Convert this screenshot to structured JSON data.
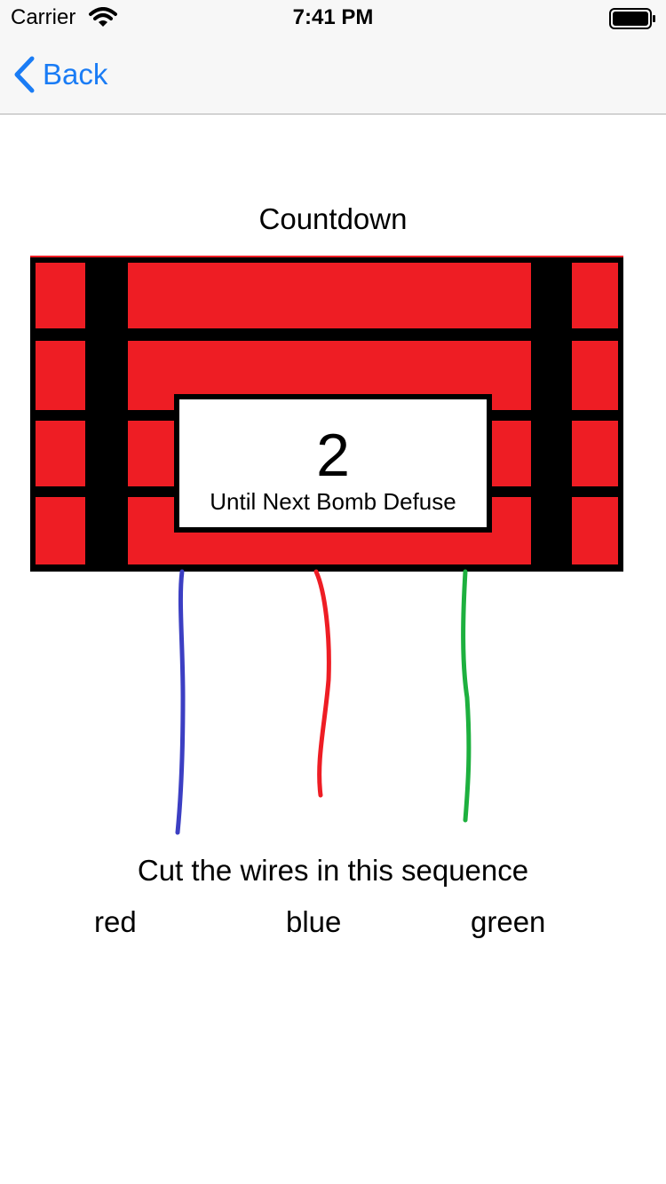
{
  "status_bar": {
    "carrier": "Carrier",
    "time": "7:41 PM",
    "wifi_icon": "wifi-icon",
    "battery_icon": "battery-icon"
  },
  "nav": {
    "back_label": "Back",
    "back_icon": "chevron-left-icon",
    "tint_color": "#1a7cf5"
  },
  "game": {
    "title": "Countdown",
    "timer_value": "2",
    "timer_caption": "Until Next Bomb Defuse",
    "bomb_color": "#ee1d24",
    "wires": [
      {
        "color_name": "blue",
        "color": "#3c3fc3"
      },
      {
        "color_name": "red",
        "color": "#ee1d24"
      },
      {
        "color_name": "green",
        "color": "#1db03e"
      }
    ],
    "instruction": "Cut the wires in this sequence",
    "sequence": [
      "red",
      "blue",
      "green"
    ]
  }
}
